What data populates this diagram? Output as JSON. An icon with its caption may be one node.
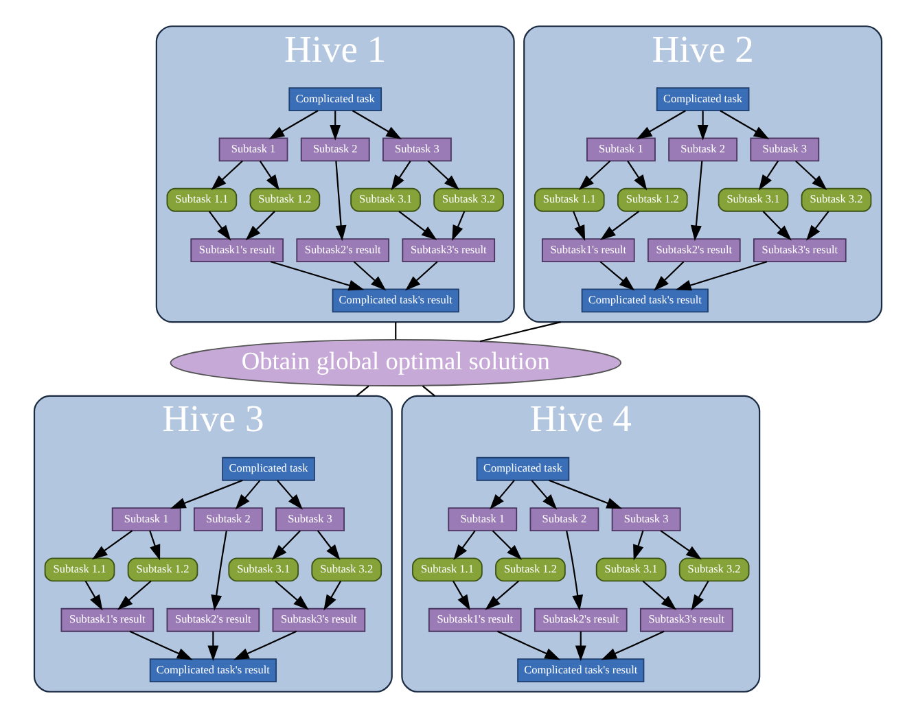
{
  "diagram": {
    "nodes": [
      {
        "text": [
          "Hive 1"
        ]
      },
      {
        "text": [
          "Complicated task"
        ],
        "in": 0
      },
      {
        "text": [
          "Subtask 1"
        ],
        "in": 0
      },
      {
        "text": [
          "Subtask 2"
        ],
        "in": 0
      },
      {
        "text": [
          "Subtask 3"
        ],
        "in": 0
      },
      {
        "text": [
          "Subtask 1.1"
        ],
        "in": 0
      },
      {
        "text": [
          "Subtask 1.2"
        ],
        "in": 0
      },
      {
        "text": [
          "Subtask 3.1"
        ],
        "in": 0
      },
      {
        "text": [
          "Subtask 3.2"
        ],
        "in": 0
      },
      {
        "text": [
          "Subtask1's result"
        ],
        "in": 0
      },
      {
        "text": [
          "Subtask2's result"
        ],
        "in": 0
      },
      {
        "text": [
          "Subtask3's result"
        ],
        "in": 0
      },
      {
        "text": [
          "Complicated task's result"
        ],
        "in": 0
      },
      {
        "text": [
          "Hive 2"
        ]
      },
      {
        "text": [
          "Complicated task"
        ],
        "in": 13
      },
      {
        "text": [
          "Subtask 1"
        ],
        "in": 13
      },
      {
        "text": [
          "Subtask 2"
        ],
        "in": 13
      },
      {
        "text": [
          "Subtask 3"
        ],
        "in": 13
      },
      {
        "text": [
          "Subtask 1.1"
        ],
        "in": 13
      },
      {
        "text": [
          "Subtask 1.2"
        ],
        "in": 13
      },
      {
        "text": [
          "Subtask 3.1"
        ],
        "in": 13
      },
      {
        "text": [
          "Subtask 3.2"
        ],
        "in": 13
      },
      {
        "text": [
          "Subtask1's result"
        ],
        "in": 13
      },
      {
        "text": [
          "Subtask2's result"
        ],
        "in": 13
      },
      {
        "text": [
          "Subtask3's result"
        ],
        "in": 13
      },
      {
        "text": [
          "Complicated task's result"
        ],
        "in": 13
      },
      {
        "text": [
          "Obtain global optimal solution"
        ]
      },
      {
        "text": [
          "Hive 3"
        ]
      },
      {
        "text": [
          "Complicated task"
        ],
        "in": 27
      },
      {
        "text": [
          "Subtask 1"
        ],
        "in": 27
      },
      {
        "text": [
          "Subtask 2"
        ],
        "in": 27
      },
      {
        "text": [
          "Subtask 3"
        ],
        "in": 27
      },
      {
        "text": [
          "Subtask 1.1"
        ],
        "in": 27
      },
      {
        "text": [
          "Subtask 1.2"
        ],
        "in": 27
      },
      {
        "text": [
          "Subtask 3.1"
        ],
        "in": 27
      },
      {
        "text": [
          "Subtask 3.2"
        ],
        "in": 27
      },
      {
        "text": [
          "Subtask1's result"
        ],
        "in": 27
      },
      {
        "text": [
          "Subtask2's result"
        ],
        "in": 27
      },
      {
        "text": [
          "Subtask3's result"
        ],
        "in": 27
      },
      {
        "text": [
          "Complicated task's result"
        ],
        "in": 27
      },
      {
        "text": [
          "Hive 4"
        ]
      },
      {
        "text": [
          "Complicated task"
        ],
        "in": 40
      },
      {
        "text": [
          "Subtask 1"
        ],
        "in": 40
      },
      {
        "text": [
          "Subtask 2"
        ],
        "in": 40
      },
      {
        "text": [
          "Subtask 3"
        ],
        "in": 40
      },
      {
        "text": [
          "Subtask 1.1"
        ],
        "in": 40
      },
      {
        "text": [
          "Subtask 1.2"
        ],
        "in": 40
      },
      {
        "text": [
          "Subtask 3.1"
        ],
        "in": 40
      },
      {
        "text": [
          "Subtask 3.2"
        ],
        "in": 40
      },
      {
        "text": [
          "Subtask1's result"
        ],
        "in": 40
      },
      {
        "text": [
          "Subtask2's result"
        ],
        "in": 40
      },
      {
        "text": [
          "Subtask3's result"
        ],
        "in": 40
      },
      {
        "text": [
          "Complicated task's result"
        ],
        "in": 40
      }
    ],
    "edges": [
      {
        "from": 1,
        "to": 2,
        "arrow": "to"
      },
      {
        "from": 1,
        "to": 3,
        "arrow": "to"
      },
      {
        "from": 1,
        "to": 4,
        "arrow": "to"
      },
      {
        "from": 2,
        "to": 5,
        "arrow": "to"
      },
      {
        "from": 2,
        "to": 6,
        "arrow": "to"
      },
      {
        "from": 4,
        "to": 7,
        "arrow": "to"
      },
      {
        "from": 4,
        "to": 8,
        "arrow": "to"
      },
      {
        "from": 5,
        "to": 9,
        "arrow": "to"
      },
      {
        "from": 6,
        "to": 9,
        "arrow": "to"
      },
      {
        "from": 3,
        "to": 10,
        "arrow": "to"
      },
      {
        "from": 7,
        "to": 11,
        "arrow": "to"
      },
      {
        "from": 8,
        "to": 11,
        "arrow": "to"
      },
      {
        "from": 9,
        "to": 12,
        "arrow": "to"
      },
      {
        "from": 10,
        "to": 12,
        "arrow": "to"
      },
      {
        "from": 11,
        "to": 12,
        "arrow": "to"
      },
      {
        "from": 14,
        "to": 15,
        "arrow": "to"
      },
      {
        "from": 14,
        "to": 16,
        "arrow": "to"
      },
      {
        "from": 14,
        "to": 17,
        "arrow": "to"
      },
      {
        "from": 15,
        "to": 18,
        "arrow": "to"
      },
      {
        "from": 15,
        "to": 19,
        "arrow": "to"
      },
      {
        "from": 17,
        "to": 20,
        "arrow": "to"
      },
      {
        "from": 17,
        "to": 21,
        "arrow": "to"
      },
      {
        "from": 18,
        "to": 22,
        "arrow": "to"
      },
      {
        "from": 19,
        "to": 22,
        "arrow": "to"
      },
      {
        "from": 16,
        "to": 23,
        "arrow": "to"
      },
      {
        "from": 20,
        "to": 24,
        "arrow": "to"
      },
      {
        "from": 21,
        "to": 24,
        "arrow": "to"
      },
      {
        "from": 22,
        "to": 25,
        "arrow": "to"
      },
      {
        "from": 23,
        "to": 25,
        "arrow": "to"
      },
      {
        "from": 24,
        "to": 25,
        "arrow": "to"
      },
      {
        "from": 28,
        "to": 29,
        "arrow": "to"
      },
      {
        "from": 28,
        "to": 30,
        "arrow": "to"
      },
      {
        "from": 28,
        "to": 31,
        "arrow": "to"
      },
      {
        "from": 29,
        "to": 32,
        "arrow": "to"
      },
      {
        "from": 29,
        "to": 33,
        "arrow": "to"
      },
      {
        "from": 31,
        "to": 34,
        "arrow": "to"
      },
      {
        "from": 31,
        "to": 35,
        "arrow": "to"
      },
      {
        "from": 32,
        "to": 36,
        "arrow": "to"
      },
      {
        "from": 33,
        "to": 36,
        "arrow": "to"
      },
      {
        "from": 30,
        "to": 37,
        "arrow": "to"
      },
      {
        "from": 34,
        "to": 38,
        "arrow": "to"
      },
      {
        "from": 35,
        "to": 38,
        "arrow": "to"
      },
      {
        "from": 36,
        "to": 39,
        "arrow": "to"
      },
      {
        "from": 37,
        "to": 39,
        "arrow": "to"
      },
      {
        "from": 38,
        "to": 39,
        "arrow": "to"
      },
      {
        "from": 41,
        "to": 42,
        "arrow": "to"
      },
      {
        "from": 41,
        "to": 43,
        "arrow": "to"
      },
      {
        "from": 41,
        "to": 44,
        "arrow": "to"
      },
      {
        "from": 42,
        "to": 45,
        "arrow": "to"
      },
      {
        "from": 42,
        "to": 46,
        "arrow": "to"
      },
      {
        "from": 44,
        "to": 47,
        "arrow": "to"
      },
      {
        "from": 44,
        "to": 48,
        "arrow": "to"
      },
      {
        "from": 45,
        "to": 49,
        "arrow": "to"
      },
      {
        "from": 46,
        "to": 49,
        "arrow": "to"
      },
      {
        "from": 43,
        "to": 50,
        "arrow": "to"
      },
      {
        "from": 47,
        "to": 51,
        "arrow": "to"
      },
      {
        "from": 48,
        "to": 51,
        "arrow": "to"
      },
      {
        "from": 49,
        "to": 52,
        "arrow": "to"
      },
      {
        "from": 50,
        "to": 52,
        "arrow": "to"
      },
      {
        "from": 51,
        "to": 52,
        "arrow": "to"
      },
      {
        "from": 0,
        "to": 26,
        "arrow": "none"
      },
      {
        "from": 13,
        "to": 26,
        "arrow": "none"
      },
      {
        "from": 26,
        "to": 27,
        "arrow": "none"
      },
      {
        "from": 26,
        "to": 40,
        "arrow": "none"
      }
    ]
  }
}
